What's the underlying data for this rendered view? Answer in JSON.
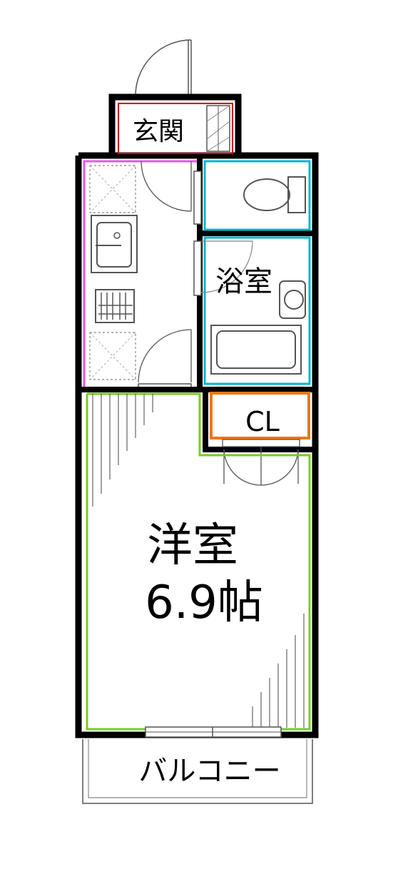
{
  "rooms": {
    "entrance": {
      "label": "玄関",
      "color": "#cc0000"
    },
    "bath": {
      "label": "浴室",
      "color": "#00b5cc"
    },
    "toilet": {
      "color": "#00b5cc"
    },
    "kitchen": {
      "color": "#e455e4"
    },
    "closet": {
      "label": "CL",
      "color": "#ee7711"
    },
    "western": {
      "label_line1": "洋室",
      "label_line2": "6.9帖",
      "color": "#77cc22"
    },
    "balcony": {
      "label": "バルコニー"
    }
  },
  "colors": {
    "wall": "#000000",
    "fixture": "#555555",
    "guide": "#bbbbbb"
  }
}
